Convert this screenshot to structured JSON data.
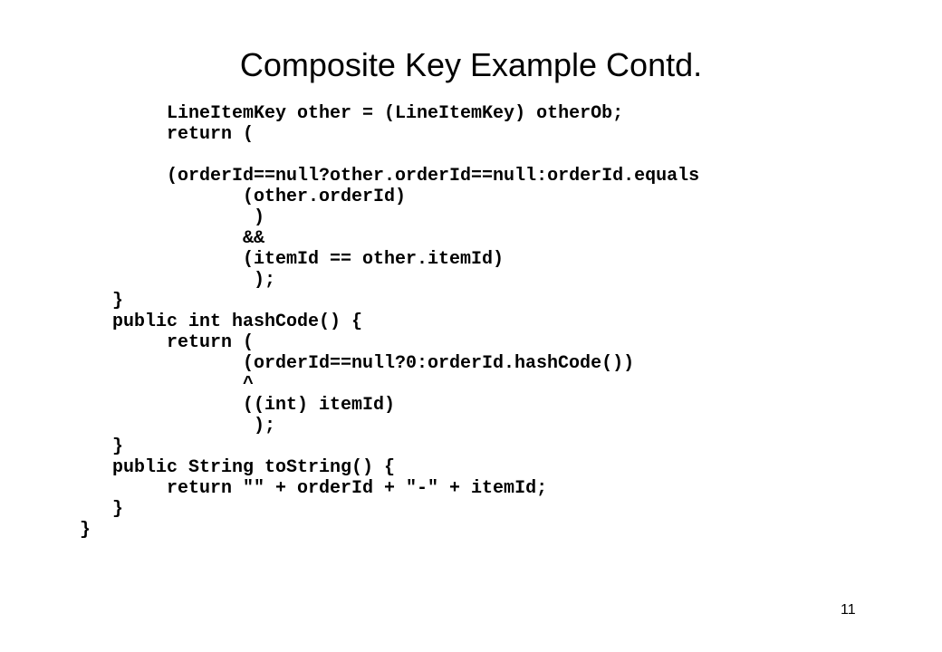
{
  "slide": {
    "title": "Composite Key Example Contd.",
    "code_lines": [
      "LineItemKey other = (LineItemKey) otherOb;",
      "return (",
      "(orderId==null?other.orderId==null:orderId.equals",
      "(other.orderId)",
      ")",
      "&&",
      "(itemId == other.itemId)",
      ");",
      "}",
      "public int hashCode() {",
      "return (",
      "(orderId==null?0:orderId.hashCode())",
      "^",
      "((int) itemId)",
      ");",
      "}",
      "public String toString() {",
      "return \"\" + orderId + \"-\" + itemId;",
      "}",
      "}"
    ],
    "page_number": "11"
  }
}
